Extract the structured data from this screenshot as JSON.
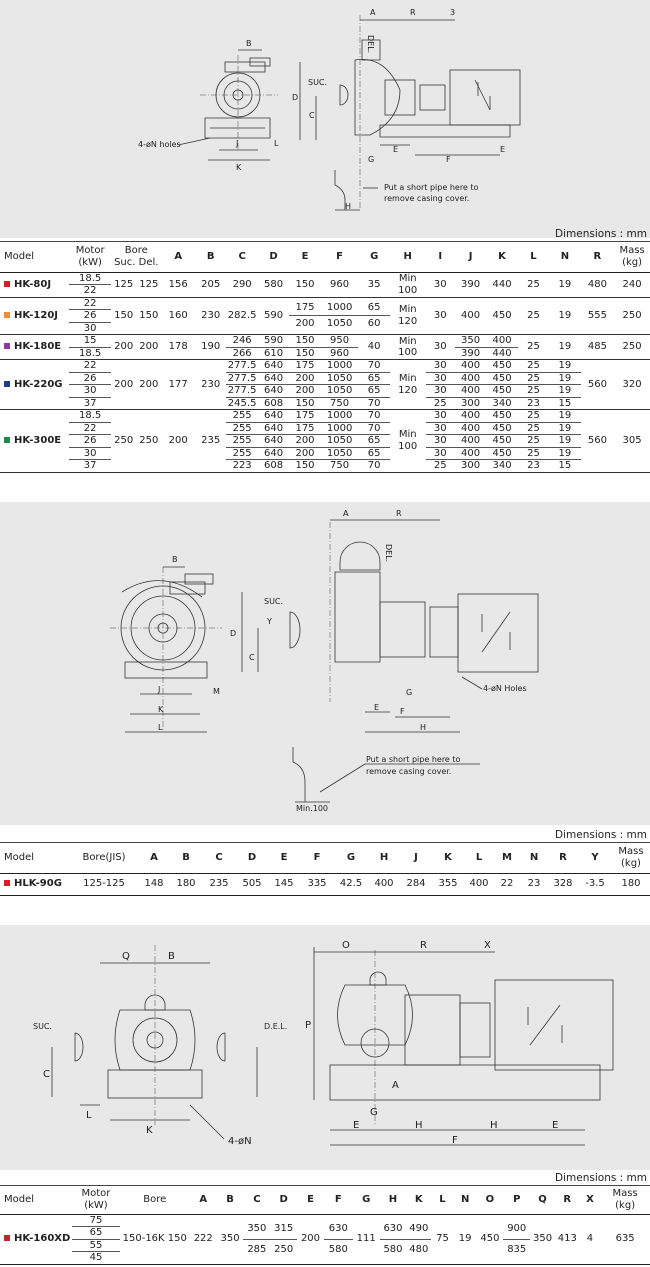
{
  "dimensions_label": "Dimensions : mm",
  "section1": {
    "headers": {
      "model": "Model",
      "motor": "Motor",
      "motor_unit": "(kW)",
      "bore": "Bore",
      "suc": "Suc.",
      "del": "Del.",
      "A": "A",
      "B": "B",
      "C": "C",
      "D": "D",
      "E": "E",
      "F": "F",
      "G": "G",
      "H": "H",
      "I": "I",
      "J": "J",
      "K": "K",
      "L": "L",
      "N": "N",
      "R": "R",
      "mass": "Mass",
      "mass_unit": "(kg)"
    },
    "diagram_labels": {
      "B": "B",
      "A": "A",
      "R": "R",
      "n3": "3",
      "del": "DEL.",
      "suc": "SUC.",
      "D": "D",
      "C": "C",
      "J": "J",
      "L": "L",
      "K": "K",
      "E": "E",
      "F": "F",
      "G": "G",
      "H": "H",
      "holes": "4-øN holes",
      "note1": "Put a short pipe here to",
      "note2": "remove casing cover."
    },
    "models": [
      {
        "name": "HK-80J",
        "color": "#d0202a",
        "motors": [
          "18.5",
          "22"
        ],
        "suc": "125",
        "del": "125",
        "A": "156",
        "B": "205",
        "C": "290",
        "D": "580",
        "E": "150",
        "F": "960",
        "G": "35",
        "H": "Min\n100",
        "I": "30",
        "J": "390",
        "K": "440",
        "L": "25",
        "N": "19",
        "R": "480",
        "mass": "240"
      },
      {
        "name": "HK-120J",
        "color": "#f08c3c",
        "motors": [
          "22",
          "26",
          "30"
        ],
        "suc": "150",
        "del": "150",
        "A": "160",
        "B": "230",
        "C": "282.5",
        "D": "590",
        "E": [
          "175",
          "200"
        ],
        "F": [
          "1000",
          "1050"
        ],
        "G": [
          "65",
          "60"
        ],
        "H": "Min\n120",
        "I": "30",
        "J": "400",
        "K": "450",
        "L": "25",
        "N": "19",
        "R": "555",
        "mass": "250"
      },
      {
        "name": "HK-180E",
        "color": "#8a3c9c",
        "motors": [
          "15",
          "18.5"
        ],
        "suc": "200",
        "del": "200",
        "A": "178",
        "B": "190",
        "C": [
          "246",
          "266"
        ],
        "D": [
          "590",
          "610"
        ],
        "E": [
          "150",
          "150"
        ],
        "F": [
          "950",
          "960"
        ],
        "G": "40",
        "H": "Min\n100",
        "I": "30",
        "J": [
          "350",
          "390"
        ],
        "K": [
          "400",
          "440"
        ],
        "L": "25",
        "N": "19",
        "R": "485",
        "mass": "250"
      },
      {
        "name": "HK-220G",
        "color": "#1c3c8c",
        "motors": [
          "22",
          "26",
          "30",
          "37"
        ],
        "suc": "200",
        "del": "200",
        "A": "177",
        "B": "230",
        "C": [
          "277.5",
          "277.5",
          "277.5",
          "245.5"
        ],
        "D": [
          "640",
          "640",
          "640",
          "608"
        ],
        "E": [
          "175",
          "200",
          "200",
          "150"
        ],
        "F": [
          "1000",
          "1050",
          "1050",
          "750"
        ],
        "G": [
          "70",
          "65",
          "65",
          "70"
        ],
        "H": "Min\n120",
        "I": [
          "30",
          "30",
          "30",
          "25"
        ],
        "J": [
          "400",
          "400",
          "400",
          "300"
        ],
        "K": [
          "450",
          "450",
          "450",
          "340"
        ],
        "L": [
          "25",
          "25",
          "25",
          "23"
        ],
        "N": [
          "19",
          "19",
          "19",
          "15"
        ],
        "R": "560",
        "mass": "320"
      },
      {
        "name": "HK-300E",
        "color": "#1c8c4c",
        "motors": [
          "18.5",
          "22",
          "26",
          "30",
          "37"
        ],
        "suc": "250",
        "del": "250",
        "A": "200",
        "B": "235",
        "C": [
          "255",
          "255",
          "255",
          "255",
          "223"
        ],
        "D": [
          "640",
          "640",
          "640",
          "640",
          "608"
        ],
        "E": [
          "175",
          "175",
          "200",
          "200",
          "150"
        ],
        "F": [
          "1000",
          "1000",
          "1050",
          "1050",
          "750"
        ],
        "G": [
          "70",
          "70",
          "65",
          "65",
          "70"
        ],
        "H": "Min\n100",
        "I": [
          "30",
          "30",
          "30",
          "30",
          "25"
        ],
        "J": [
          "400",
          "400",
          "400",
          "400",
          "300"
        ],
        "K": [
          "450",
          "450",
          "450",
          "450",
          "340"
        ],
        "L": [
          "25",
          "25",
          "25",
          "25",
          "23"
        ],
        "N": [
          "19",
          "19",
          "19",
          "19",
          "15"
        ],
        "R": "560",
        "mass": "305"
      }
    ]
  },
  "section2": {
    "diagram_labels": {
      "A": "A",
      "R": "R",
      "B": "B",
      "del": "DEL.",
      "suc": "SUC.",
      "Y": "Y",
      "D": "D",
      "C": "C",
      "M": "M",
      "J": "J",
      "K": "K",
      "L": "L",
      "E": "E",
      "F": "F",
      "G": "G",
      "H": "H",
      "holes": "4-øN Holes",
      "note1": "Put a short pipe here to",
      "note2": "remove casing cover.",
      "min": "Min.100"
    },
    "headers": [
      "Model",
      "Bore(JIS)",
      "A",
      "B",
      "C",
      "D",
      "E",
      "F",
      "G",
      "H",
      "J",
      "K",
      "L",
      "M",
      "N",
      "R",
      "Y",
      "Mass"
    ],
    "mass_unit": "(kg)",
    "row": {
      "name": "HLK-90G",
      "color": "#d0202a",
      "values": [
        "125-125",
        "148",
        "180",
        "235",
        "505",
        "145",
        "335",
        "42.5",
        "400",
        "284",
        "355",
        "400",
        "22",
        "23",
        "328",
        "-3.5",
        "180"
      ]
    }
  },
  "section3": {
    "diagram_labels": {
      "Q": "Q",
      "B": "B",
      "O": "O",
      "R": "R",
      "X": "X",
      "suc": "SUC.",
      "del": "D.E.L.",
      "C": "C",
      "P": "P",
      "L": "L",
      "K": "K",
      "holes": "4-øN",
      "A": "A",
      "G": "G",
      "E": "E",
      "H": "H",
      "F": "F"
    },
    "headers": [
      "Model",
      "Motor",
      "Bore",
      "A",
      "B",
      "C",
      "D",
      "E",
      "F",
      "G",
      "H",
      "K",
      "L",
      "N",
      "O",
      "P",
      "Q",
      "R",
      "X",
      "Mass"
    ],
    "motor_unit": "(kW)",
    "mass_unit": "(kg)",
    "row": {
      "name": "HK-160XD",
      "color": "#d0202a",
      "motors": [
        "75",
        "65",
        "55",
        "45"
      ],
      "bore": "150-16K 150",
      "A": "222",
      "B": "350",
      "C": [
        "350",
        "285"
      ],
      "D": [
        "315",
        "250"
      ],
      "E": "200",
      "F": [
        "630",
        "580"
      ],
      "G": "111",
      "H": [
        "630",
        "580"
      ],
      "K": [
        "490",
        "480"
      ],
      "L": "75",
      "N": "19",
      "O": "450",
      "P": [
        "900",
        "835"
      ],
      "Q": "350",
      "R": "413",
      "X": "4",
      "mass": "635"
    }
  }
}
